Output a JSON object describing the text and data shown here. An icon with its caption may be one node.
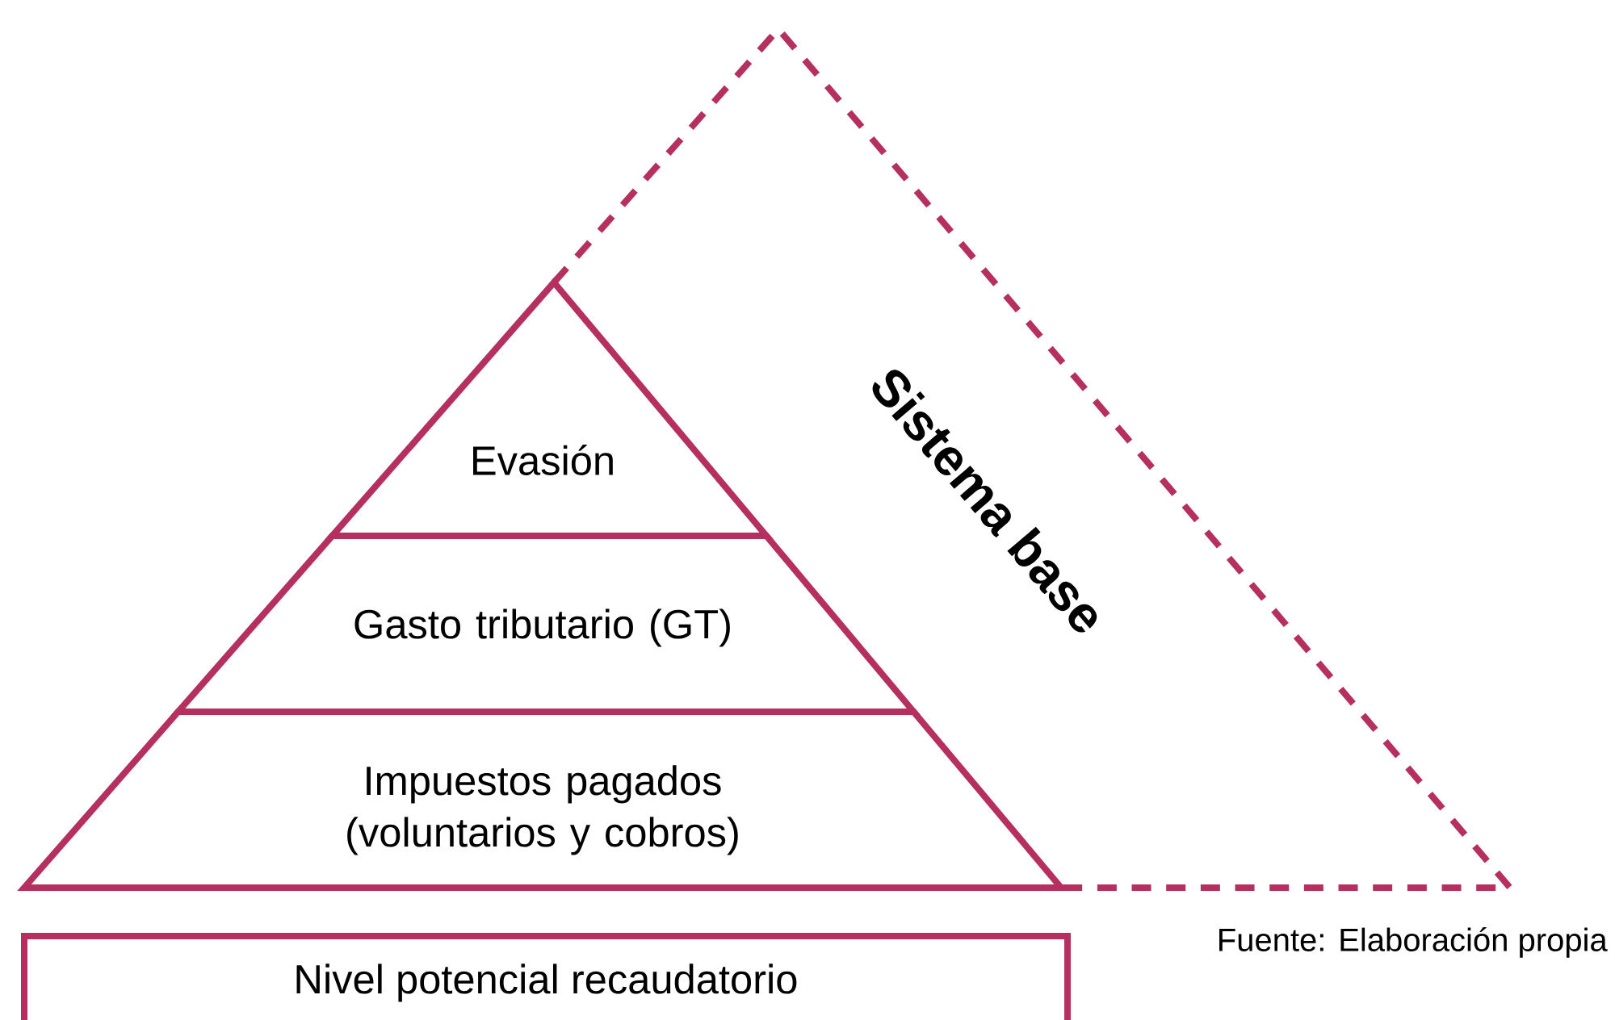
{
  "diagram": {
    "nodes": [
      {
        "text": [
          "Sistema base"
        ]
      },
      {
        "text": [
          "Evasión"
        ]
      },
      {
        "text": [
          "Gasto tributario (GT)"
        ]
      },
      {
        "text": [
          "Impuestos pagados (voluntarios y cobros)"
        ]
      },
      {
        "text": [
          "Nivel potencial recaudatorio"
        ]
      }
    ],
    "labels": [
      "Fuente: Elaboración propia"
    ]
  }
}
